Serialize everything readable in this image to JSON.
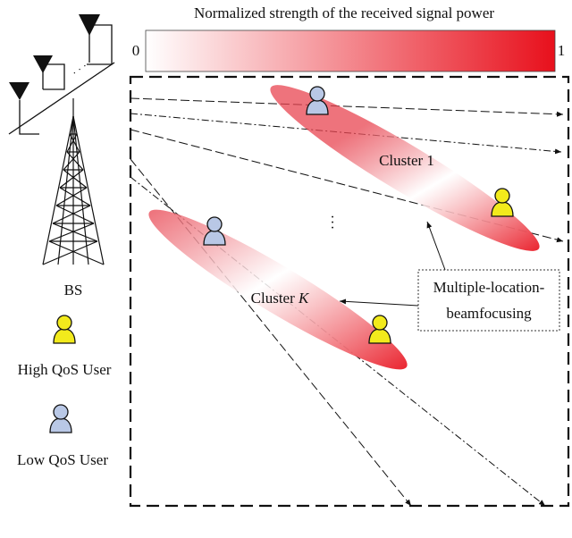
{
  "colorbar": {
    "title": "Normalized strength of the received signal power",
    "min_label": "0",
    "max_label": "1",
    "color_low": "#ffffff",
    "color_high": "#e8101c"
  },
  "base_station": {
    "label": "BS",
    "dots": "· · ·"
  },
  "clusters": [
    {
      "label": "Cluster 1"
    },
    {
      "label_prefix": "Cluster ",
      "label_italic": "K"
    }
  ],
  "between_clusters": "·\n·\n·",
  "callout": {
    "line1": "Multiple-location-",
    "line2": "beamfocusing"
  },
  "legend": {
    "high": {
      "label": "High QoS User",
      "color": "#f2ea1c"
    },
    "low": {
      "label": "Low QoS User",
      "color": "#b9c8e6"
    }
  },
  "icons": {
    "antenna": "antenna-icon",
    "tower": "tower-icon",
    "user": "user-icon"
  }
}
